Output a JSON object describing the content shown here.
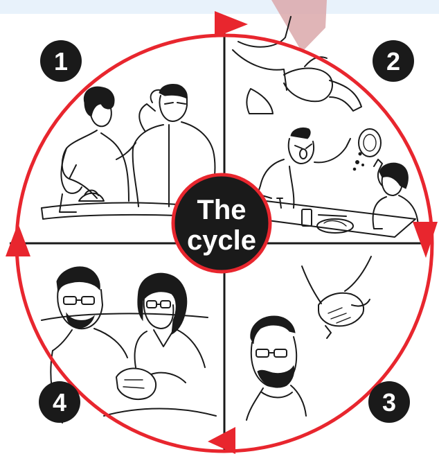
{
  "center": {
    "line1": "The",
    "line2": "cycle"
  },
  "stages": [
    {
      "number": "1"
    },
    {
      "number": "2"
    },
    {
      "number": "3"
    },
    {
      "number": "4"
    }
  ],
  "colors": {
    "cycle_red": "#e8262e",
    "ink": "#1a1a1a",
    "banner": "#e8f2fb",
    "pointer": "#dba8aa"
  },
  "icons": [
    "cycle-arrow-icon",
    "number-badge-icon"
  ]
}
